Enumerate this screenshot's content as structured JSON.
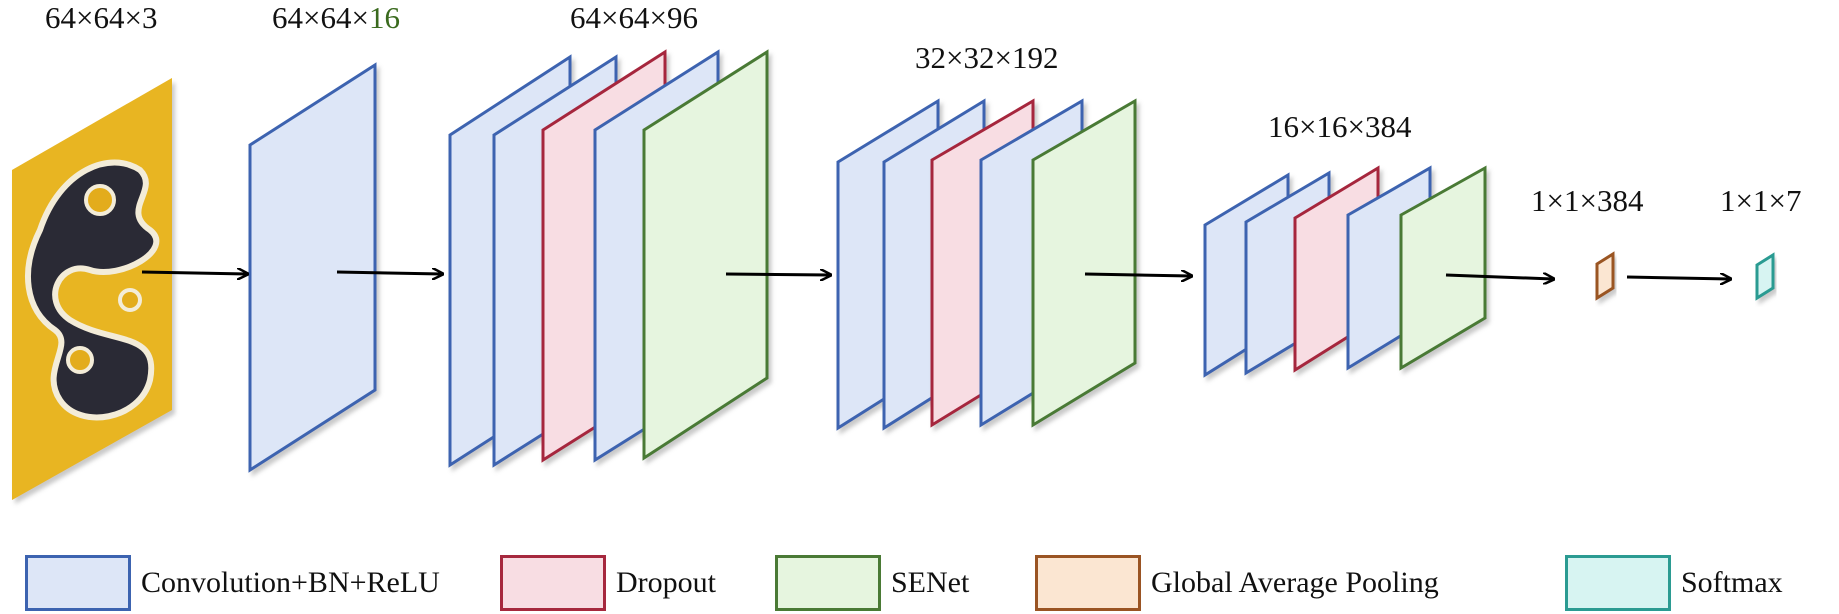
{
  "labels": {
    "input": [
      "64×64×3",
      ""
    ],
    "stage1": [
      "64×64×",
      "16"
    ],
    "stage2": "64×64×96",
    "stage3": "32×32×192",
    "stage4": "16×16×384",
    "gap": "1×1×384",
    "softmax": "1×1×7"
  },
  "colors": {
    "conv_fill": "#dde6f7",
    "conv_stroke": "#3c63b0",
    "dropout_fill": "#f8dde3",
    "dropout_stroke": "#a6283e",
    "senet_fill": "#e6f5df",
    "senet_stroke": "#4a7a35",
    "gap_fill": "#fbe6d2",
    "gap_stroke": "#9a5423",
    "softmax_fill": "#d7f4f2",
    "softmax_stroke": "#2b9b92",
    "highlight_text": "#3a6a1e"
  },
  "legend": [
    {
      "label": "Convolution+BN+ReLU",
      "fill": "#dde6f7",
      "stroke": "#3c63b0"
    },
    {
      "label": "Dropout",
      "fill": "#f8dde3",
      "stroke": "#a6283e"
    },
    {
      "label": "SENet",
      "fill": "#e6f5df",
      "stroke": "#4a7a35"
    },
    {
      "label": "Global Average Pooling",
      "fill": "#fbe6d2",
      "stroke": "#9a5423"
    },
    {
      "label": "Softmax",
      "fill": "#d7f4f2",
      "stroke": "#2b9b92"
    }
  ]
}
